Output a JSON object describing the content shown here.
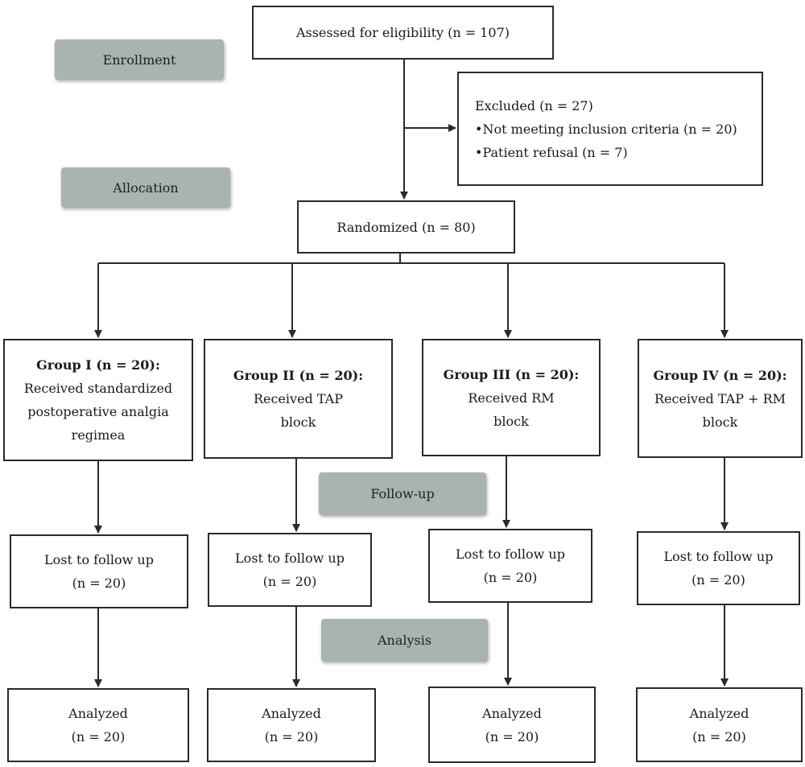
{
  "stages": {
    "enrollment": "Enrollment",
    "allocation": "Allocation",
    "followup": "Follow-up",
    "analysis": "Analysis"
  },
  "assessed": "Assessed for eligibility (n = 107)",
  "excluded": {
    "title": "Excluded (n = 27)",
    "reasons": [
      "•Not meeting inclusion criteria (n = 20)",
      "•Patient refusal (n = 7)"
    ]
  },
  "randomized": "Randomized (n = 80)",
  "groups": [
    {
      "title": "Group I (n = 20):",
      "lines": [
        "Received standardized",
        "postoperative analgia",
        "regimea"
      ],
      "lost_label": "Lost to follow up",
      "lost_count": "(n = 20)",
      "analyzed_label": "Analyzed",
      "analyzed_count": "(n = 20)"
    },
    {
      "title": "Group II (n = 20):",
      "lines": [
        "Received TAP",
        "block"
      ],
      "lost_label": "Lost to follow up",
      "lost_count": "(n = 20)",
      "analyzed_label": "Analyzed",
      "analyzed_count": "(n = 20)"
    },
    {
      "title": "Group III (n = 20):",
      "lines": [
        "Received RM",
        "block"
      ],
      "lost_label": "Lost to follow up",
      "lost_count": "(n = 20)",
      "analyzed_label": "Analyzed",
      "analyzed_count": "(n = 20)"
    },
    {
      "title": "Group IV (n = 20):",
      "lines": [
        "Received TAP + RM",
        "block"
      ],
      "lost_label": "Lost to follow up",
      "lost_count": "(n = 20)",
      "analyzed_label": "Analyzed",
      "analyzed_count": "(n = 20)"
    }
  ],
  "colors": {
    "stage_fill": "#a9b3af",
    "border": "#2a2a2a"
  }
}
